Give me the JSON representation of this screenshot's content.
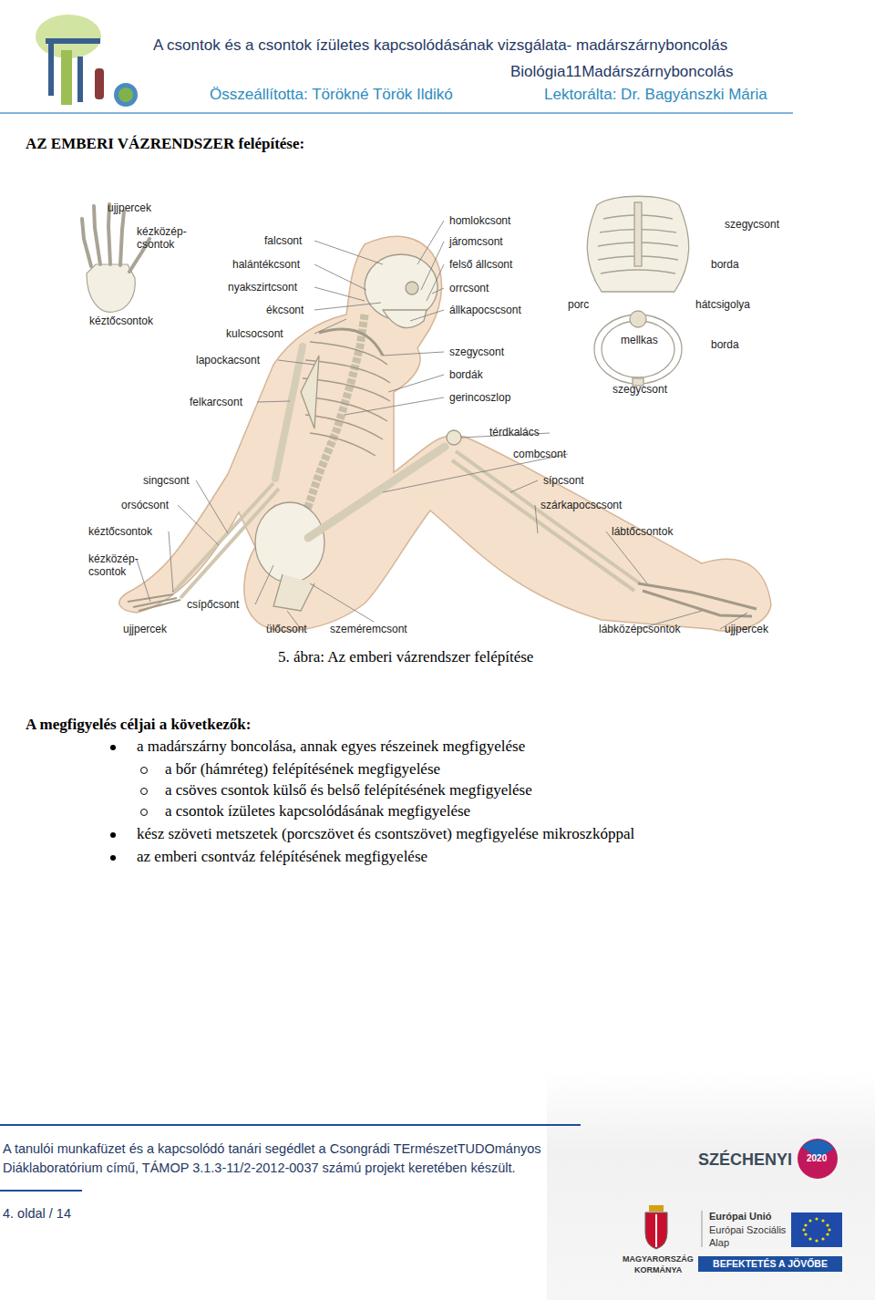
{
  "diagram": {
    "title": "AZ EMBERI VÁZRENDSZER felépítése:",
    "caption": "5. ábra: Az emberi vázrendszer felépítése",
    "nodes": [
      {
        "text": [
          "BEFEKTETÉS A JÖVŐBE"
        ]
      }
    ],
    "labels": [
      "A csontok és a csontok ízületes kapcsolódásának vizsgálata- madárszárnyboncolás",
      "Biológia11Madárszárnyboncolás",
      "Összeállította: Törökné Török Ildikó",
      "Lektorálta: Dr. Bagyánszki Mária",
      "ujjpercek",
      "kézközép- csontok",
      "kéztőcsontok",
      "falcsont",
      "halántékcsont",
      "nyakszirtcsont",
      "ékcsont",
      "kulcsocsont",
      "lapockacsont",
      "felkarcsont",
      "homlokcsont",
      "járomcsont",
      "felső állcsont",
      "orrcsont",
      "állkapocscsont",
      "szegycsont",
      "bordák",
      "gerincoszlop",
      "szegycsont",
      "borda",
      "porc",
      "hátcsigolya",
      "mellkas",
      "borda",
      "szegycsont",
      "térdkalács",
      "combcsont",
      "singcsont",
      "orsócsont",
      "kéztőcsontok",
      "sípcsont",
      "szárkapocscsont",
      "lábtőcsontok",
      "kézközép- csontok",
      "csípőcsont",
      "ujjpercek",
      "ülőcsont",
      "szeméremcsont",
      "lábközépcsontok",
      "ujjpercek",
      "A megfigyelés céljai a következők:",
      "a madárszárny boncolása, annak egyes részeinek megfigyelése",
      "a bőr (hámréteg) felépítésének megfigyelése",
      "a csöves csontok külső és belső felépítésének megfigyelése",
      "a csontok ízületes kapcsolódásának megfigyelése",
      "kész szöveti metszetek (porcszövet és csontszövet) megfigyelése mikroszkóppal",
      "az emberi csontváz felépítésének megfigyelése",
      "A tanulói munkafüzet és a kapcsolódó tanári segédlet a Csongrádi TErmészetTUDOmányos",
      "Diáklaboratórium című, TÁMOP 3.1.3-11/2-2012-0037 számú projekt keretében készült.",
      "4. oldal / 14",
      "SZÉCHENYI",
      "2020",
      "Európai Unió",
      "Európai Szociális",
      "Alap",
      "MAGYARORSZÁG",
      "KORMÁNYA"
    ]
  }
}
